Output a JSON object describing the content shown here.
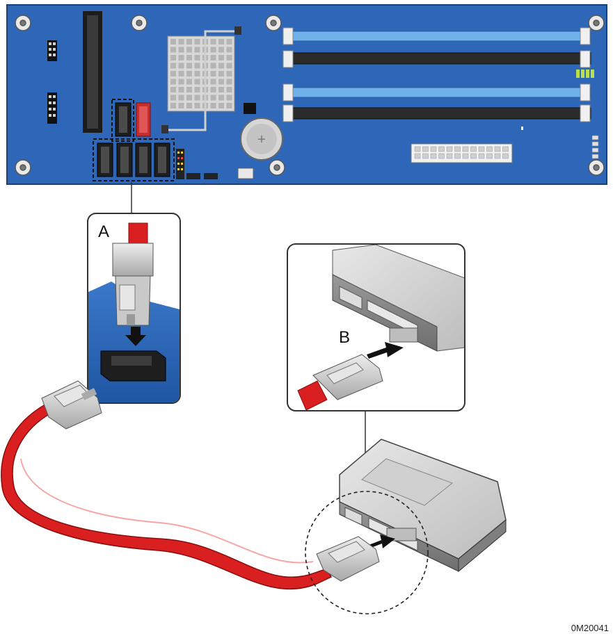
{
  "callouts": {
    "a": "A",
    "b": "B"
  },
  "figure_id": "0M20041",
  "colors": {
    "board": "#2f67b8",
    "board_dark": "#1d4a8e",
    "cable": "#d91f1f",
    "cable_dark": "#a30f0f",
    "dimm_blue": "#6fb2ea",
    "dimm_black": "#2b2b2b",
    "connector_gray": "#c9c9c9"
  },
  "icons": [
    "motherboard",
    "sata-connector",
    "sata-cable",
    "hard-drive",
    "arrow-right",
    "arrow-down",
    "dashed-highlight-box",
    "dashed-circle"
  ]
}
